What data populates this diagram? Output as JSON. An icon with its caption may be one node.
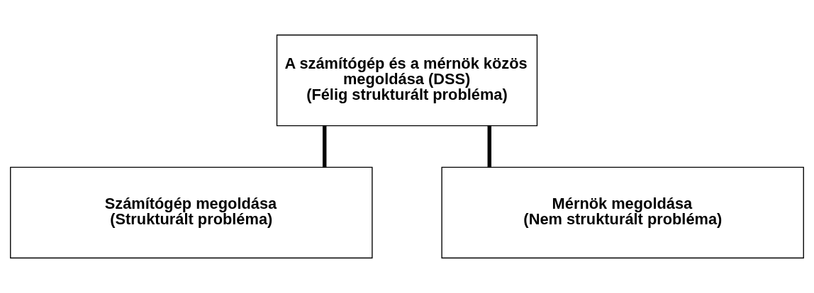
{
  "diagram": {
    "nodes": [
      {
        "text": [
          "A számítógép és a mérnök közös megoldása (DSS)",
          "(Félig strukturált probléma)"
        ]
      },
      {
        "text": [
          "Számítógép megoldása",
          "(Strukturált probléma)"
        ]
      },
      {
        "text": [
          "Mérnök megoldása",
          "(Nem strukturált probléma)"
        ]
      }
    ],
    "edges": [
      {
        "from": 0,
        "to": 1,
        "arrow": "none"
      },
      {
        "from": 0,
        "to": 2,
        "arrow": "none"
      }
    ]
  }
}
